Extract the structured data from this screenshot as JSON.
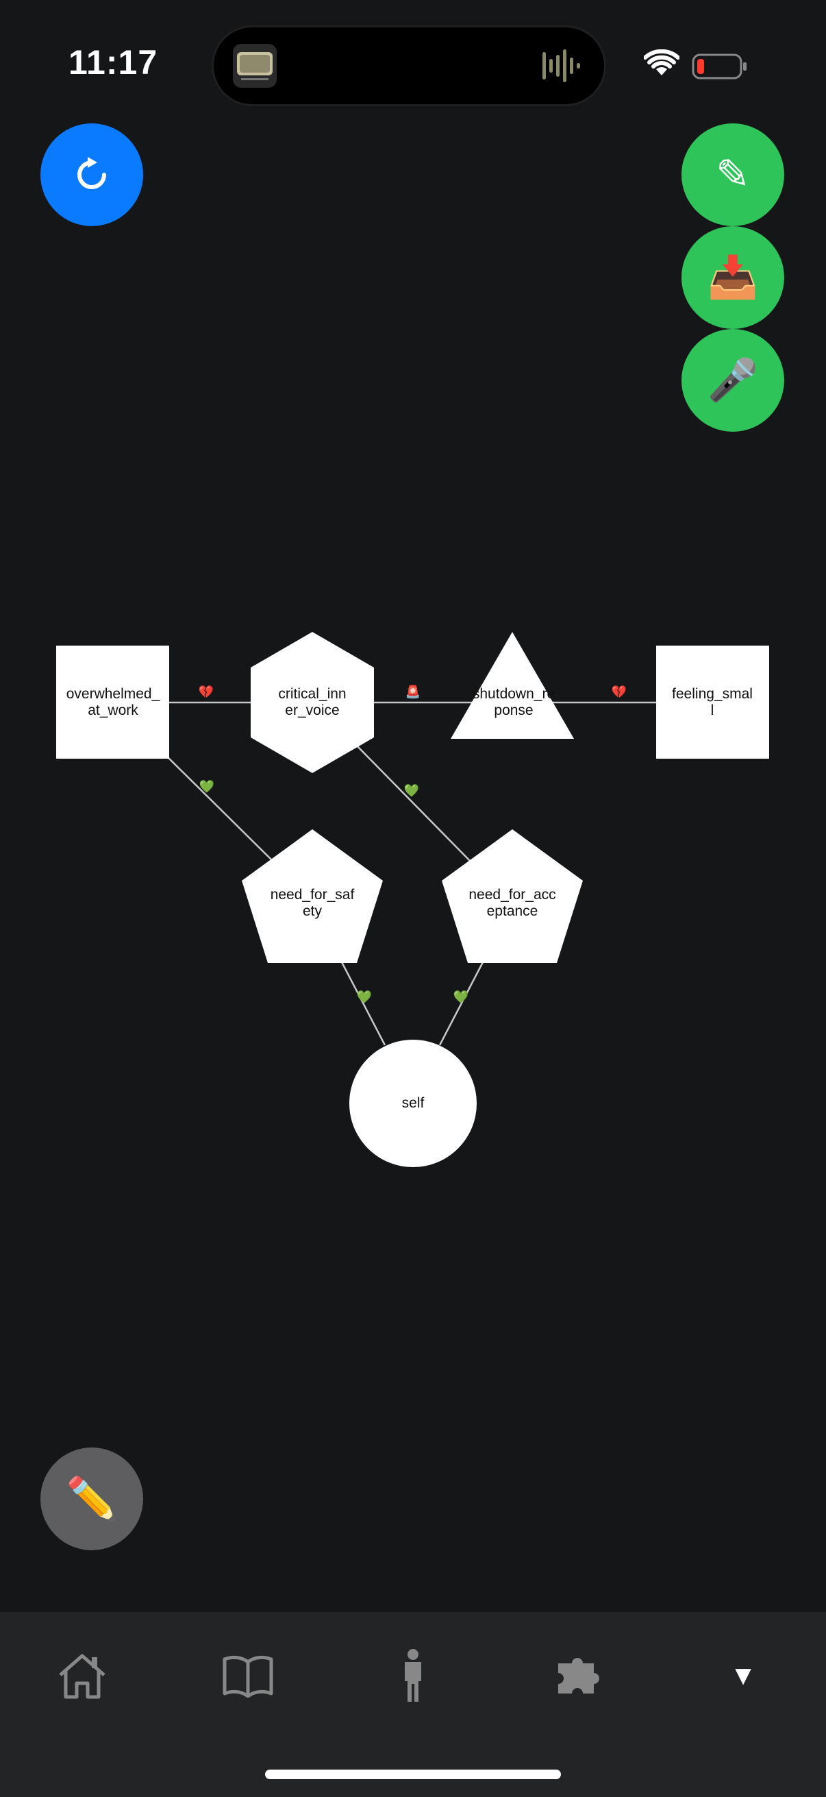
{
  "status_bar": {
    "time": "11:17"
  },
  "buttons": {
    "refresh_icon": "↻",
    "edit_icon": "✎",
    "inbox_icon": "📥",
    "mic_icon": "🎤",
    "pencil_icon": "✏️"
  },
  "graph": {
    "nodes": {
      "overwhelmed_at_work": "overwhelmed_\nat_work",
      "critical_inner_voice": "critical_inn\ner_voice",
      "shutdown_response": "shutdown_re\nponse",
      "feeling_small": "feeling_smal\nl",
      "need_for_safety": "need_for_saf\nety",
      "need_for_acceptance": "need_for_acc\neptance",
      "self": "self"
    },
    "edges": {
      "e1": "💔",
      "e2": "🚨",
      "e3": "💔",
      "e4": "💚",
      "e5": "💚",
      "e6": "💚",
      "e7": "💚"
    }
  },
  "tabbar": {
    "tabs": [
      "home",
      "book",
      "person",
      "puzzle",
      "more"
    ],
    "more_glyph": "▼"
  },
  "colors": {
    "background": "#151618",
    "blue": "#0a7aff",
    "green": "#2fc45a",
    "gray_fab": "#5e5e60",
    "tabbar": "#222426"
  }
}
